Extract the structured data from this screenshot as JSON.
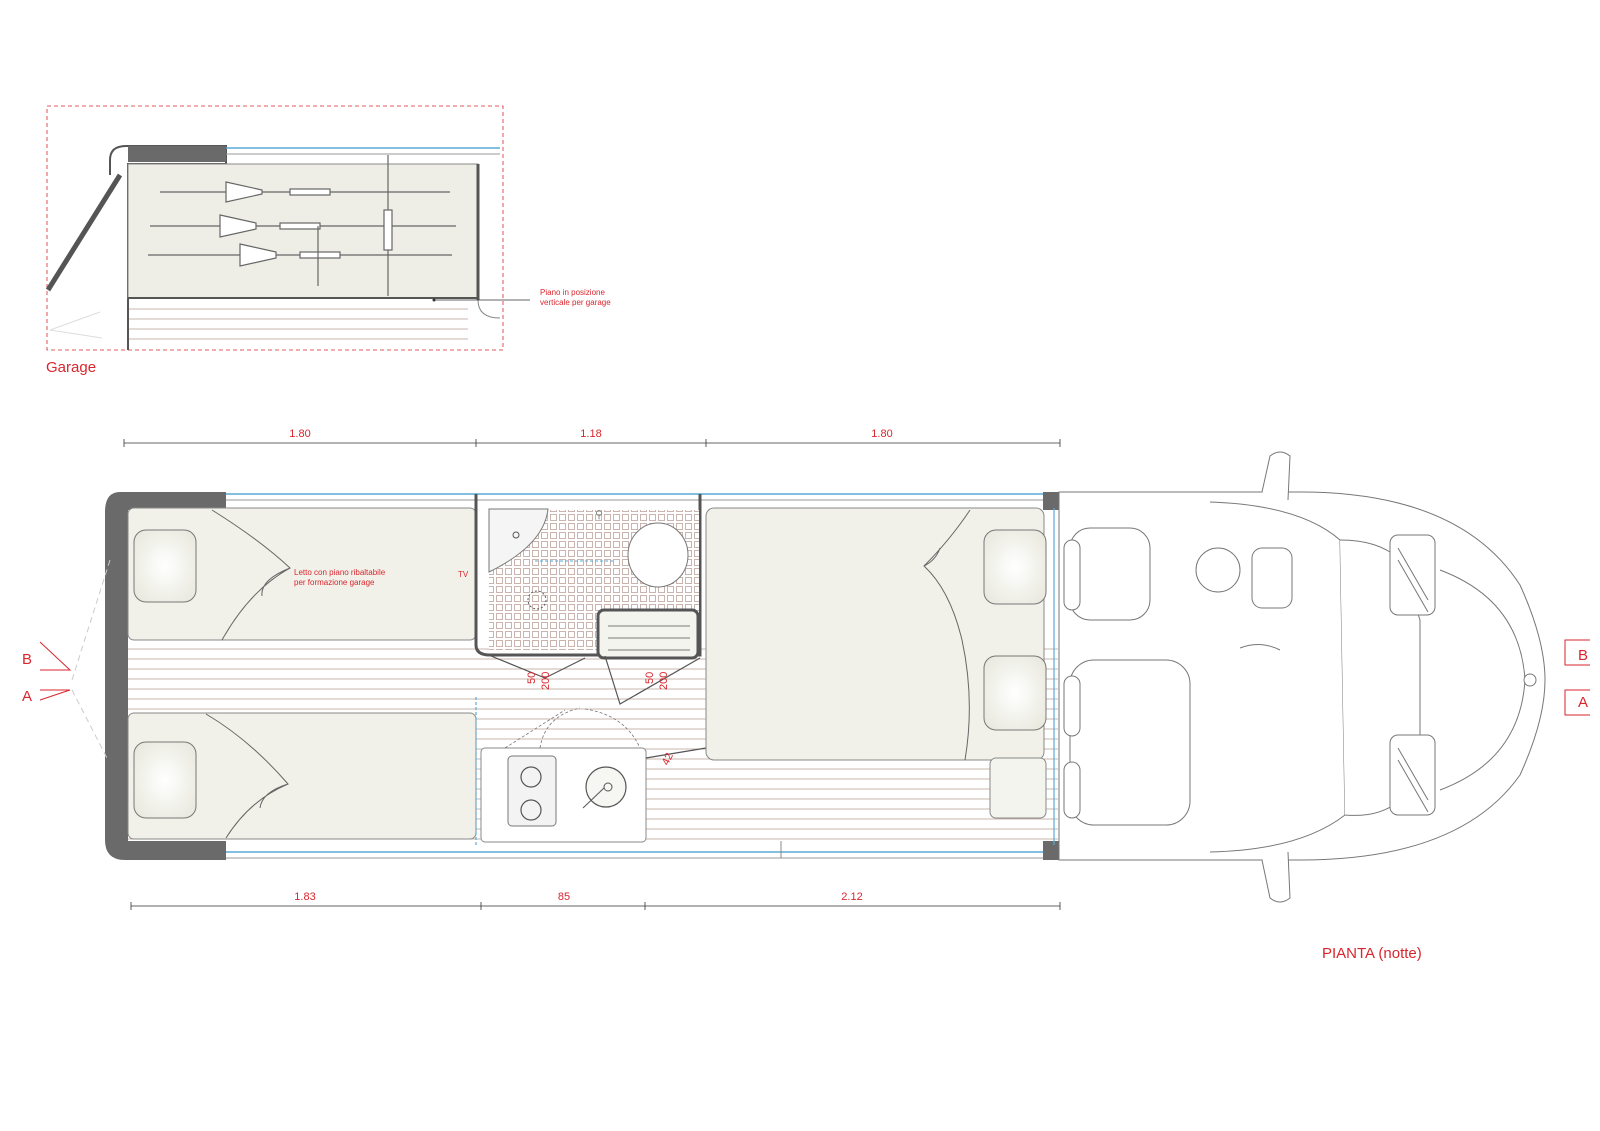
{
  "colors": {
    "accent": "#d9262e",
    "line": "#555555",
    "wall": "#6a6a6a",
    "cushion": "#f1f1ea",
    "floor": "#c9b5ae",
    "glass": "#5aaad6"
  },
  "garage": {
    "title": "Garage",
    "note_line1": "Piano in posizione",
    "note_line2": "verticale per garage"
  },
  "plan": {
    "title": "PIANTA (notte)",
    "top_dims": [
      "1.80",
      "1.18",
      "1.80"
    ],
    "bottom_dims": [
      "1.83",
      "85",
      "2.12"
    ],
    "bed_note_line1": "Letto con piano ribaltabile",
    "bed_note_line2": "per formazione garage",
    "tv_label": "TV",
    "door_dims_a": [
      "50",
      "200"
    ],
    "door_dims_b": [
      "50",
      "200"
    ],
    "door_swing": "42",
    "section_b": "B",
    "section_a": "A"
  }
}
